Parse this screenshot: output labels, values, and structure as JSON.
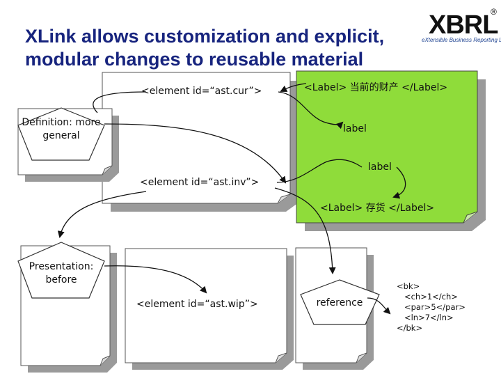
{
  "title": {
    "line1": "XLink allows customization and explicit,",
    "line2": "modular changes to reusable material"
  },
  "logo": {
    "main": "XBRL",
    "tagline": "eXtensible Business Reporting Language",
    "registered": "®"
  },
  "elements": {
    "cur": "<element id=“ast.cur”>",
    "inv": "<element id=“ast.inv”>",
    "wip": "<element id=“ast.wip”>"
  },
  "labels": {
    "label_cur": "<Label> 当前的财产 </Label>",
    "label1": "label",
    "label2": "label",
    "label_inv": "<Label>  存货  </Label>"
  },
  "pentagons": {
    "definition": "Definition: more general",
    "presentation": "Presentation: before",
    "reference": "reference"
  },
  "instance": {
    "text": "<bk>\n   <ch>1</ch>\n   <par>5</par>\n   <ln>7</ln>\n</bk>"
  },
  "colors": {
    "title": "#17247e",
    "label_page": "#8fdc3a",
    "page_shadow": "#9a9a9a",
    "page_fill": "#ffffff"
  }
}
